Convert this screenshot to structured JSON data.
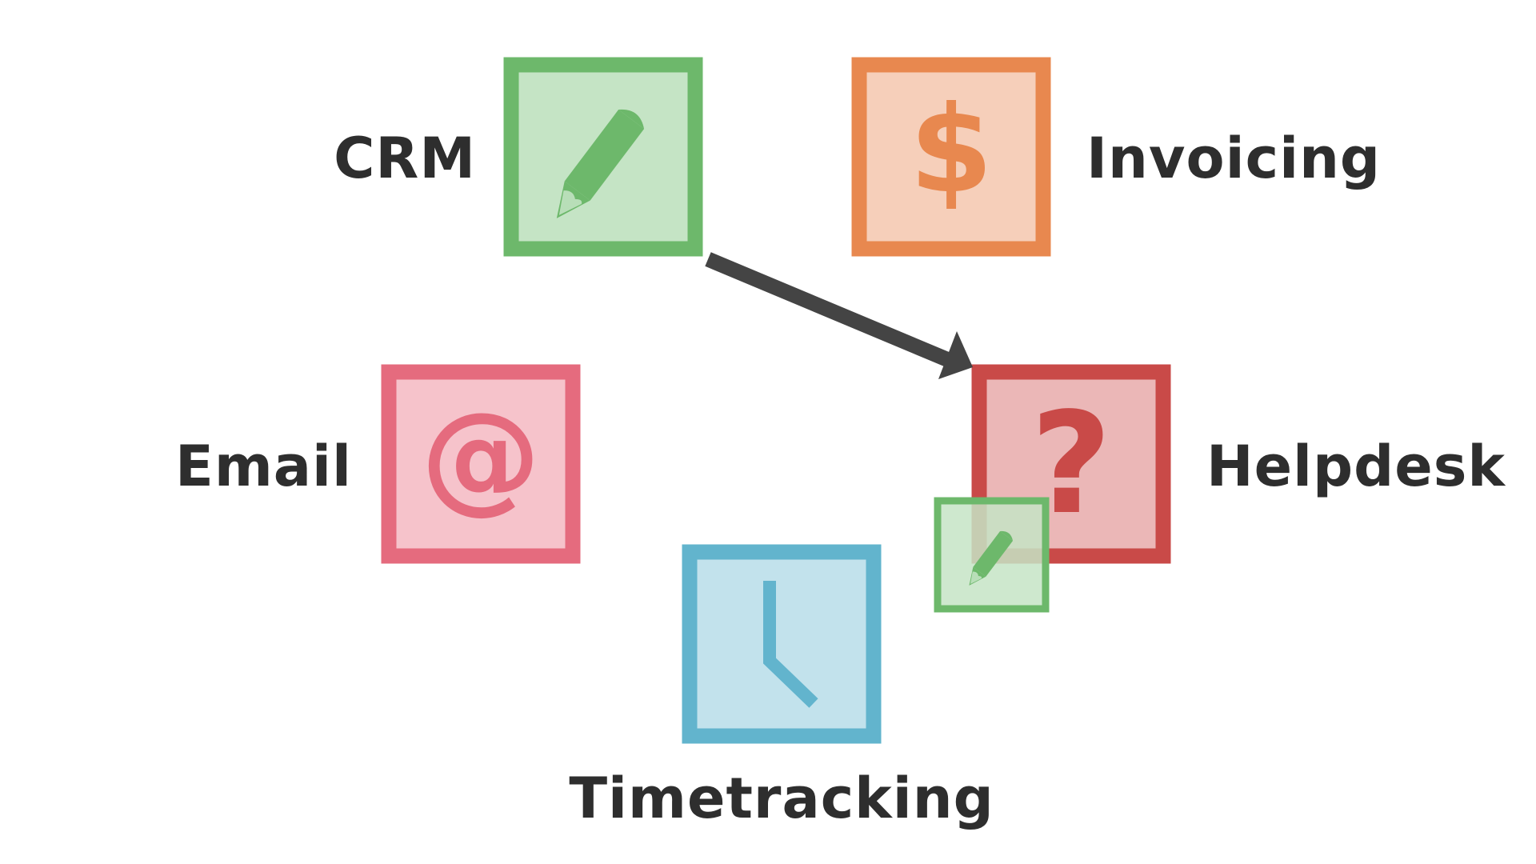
{
  "modules": {
    "crm": {
      "label": "CRM",
      "icon": "pencil-icon",
      "color": "#6db86b",
      "fill": "#c5e4c5"
    },
    "invoicing": {
      "label": "Invoicing",
      "icon": "dollar-icon",
      "color": "#e8884f",
      "fill": "#f6cfba",
      "glyph": "$"
    },
    "email": {
      "label": "Email",
      "icon": "at-sign-icon",
      "color": "#e56b7e",
      "fill": "#f6c3cb",
      "glyph": "@"
    },
    "helpdesk": {
      "label": "Helpdesk",
      "icon": "question-mark-icon",
      "color": "#c94a48",
      "fill": "#ebb7b7",
      "glyph": "?"
    },
    "timetracking": {
      "label": "Timetracking",
      "icon": "clock-icon",
      "color": "#62b4cd",
      "fill": "#c2e2ec"
    }
  },
  "connector": {
    "from": "crm",
    "to": "helpdesk",
    "color": "#444444"
  }
}
